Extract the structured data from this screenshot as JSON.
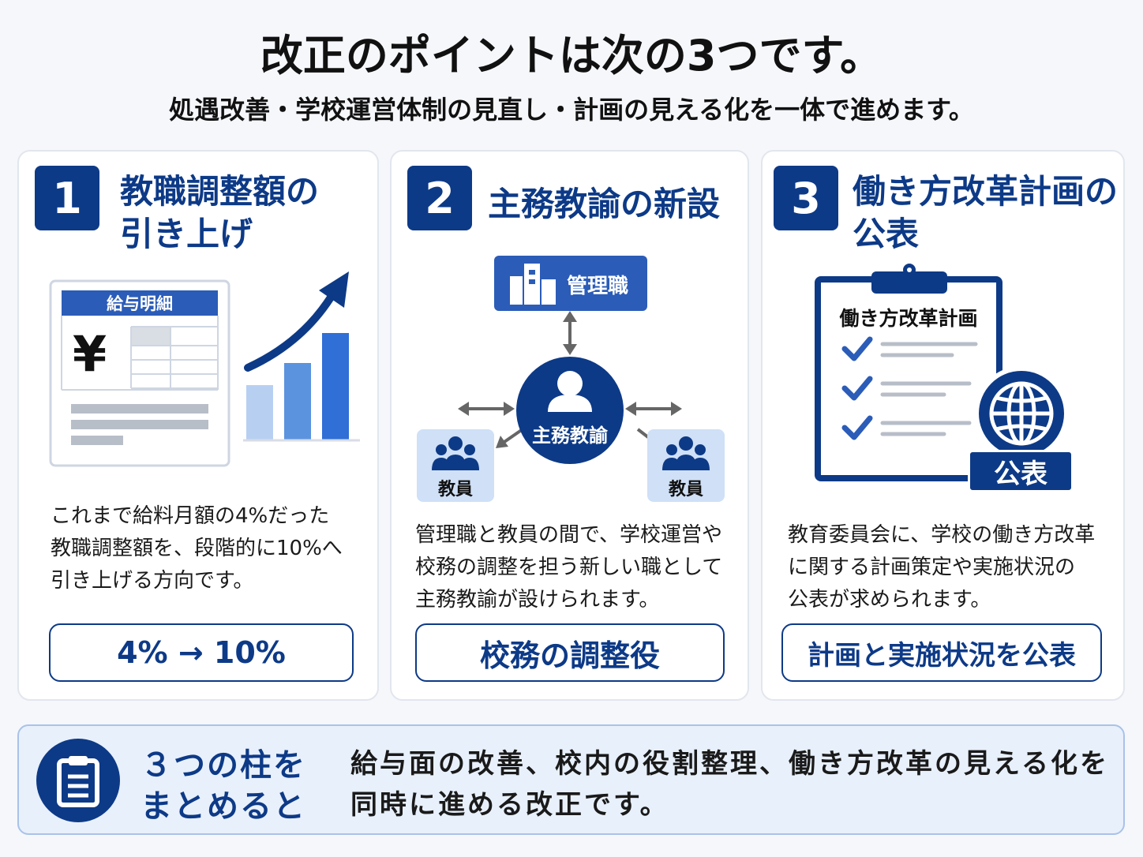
{
  "header": {
    "title": "改正のポイントは次の3つです。",
    "subtitle": "処遇改善・学校運営体制の見直し・計画の見える化を一体で進めます。"
  },
  "cards": [
    {
      "number": "1",
      "title_line1": "教職調整額の",
      "title_line2": "引き上げ",
      "illustration_label": "給与明細",
      "currency_symbol": "¥",
      "body_line1": "これまで給料月額の4%だった",
      "body_line2": "教職調整額を、段階的に10%へ",
      "body_line3": "引き上げる方向です。",
      "pill": "4% → 10%"
    },
    {
      "number": "2",
      "title": "主務教諭の新設",
      "node_top": "管理職",
      "node_center": "主務教諭",
      "node_left": "教員",
      "node_right": "教員",
      "body_line1": "管理職と教員の間で、学校運営や",
      "body_line2": "校務の調整を担う新しい職として",
      "body_line3": "主務教諭が設けられます。",
      "pill": "校務の調整役"
    },
    {
      "number": "3",
      "title_line1": "働き方改革計画の",
      "title_line2": "公表",
      "clipboard_title": "働き方改革計画",
      "publish_badge": "公表",
      "body_line1": "教育委員会に、学校の働き方改革",
      "body_line2": "に関する計画策定や実施状況の",
      "body_line3": "公表が求められます。",
      "pill": "計画と実施状況を公表"
    }
  ],
  "summary": {
    "heading_line1": "３つの柱を",
    "heading_line2": "まとめると",
    "text_line1": "給与面の改善、校内の役割整理、働き方改革の見える化を",
    "text_line2": "同時に進める改正です。"
  },
  "colors": {
    "primary": "#0d3a87",
    "accent": "#2f6fd6",
    "light_blue": "#cfe0f7",
    "summary_bg": "#e8f0fb"
  }
}
